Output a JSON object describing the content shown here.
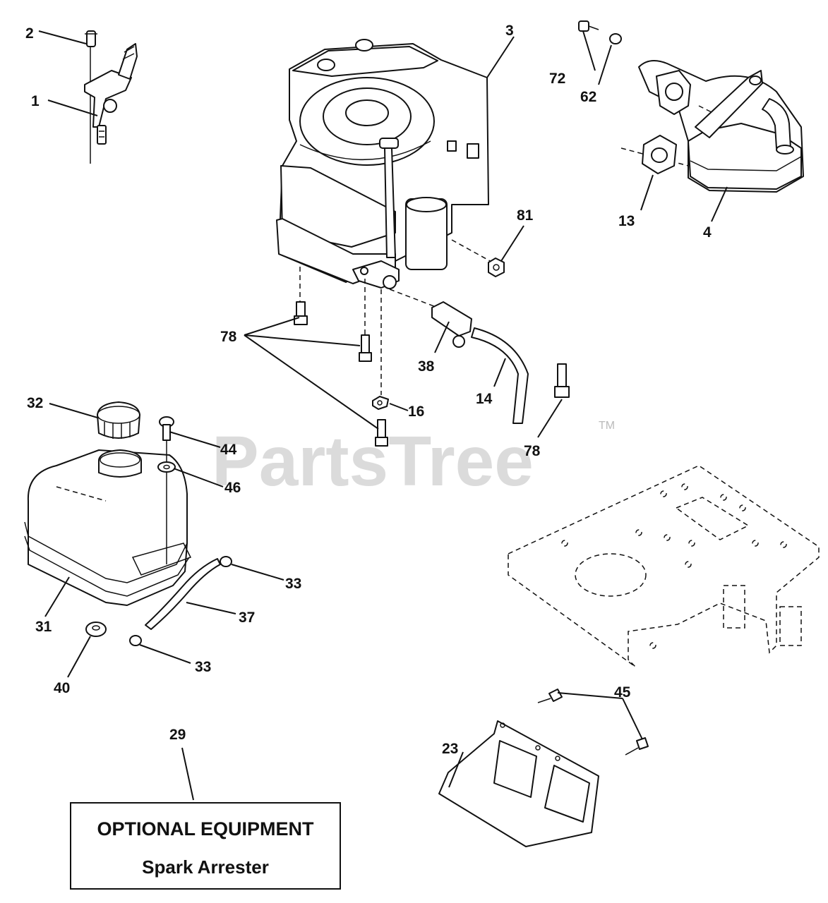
{
  "watermark": {
    "text": "PartsTree",
    "trademark": "TM"
  },
  "labels": {
    "l1": "1",
    "l2": "2",
    "l3": "3",
    "l4": "4",
    "l13": "13",
    "l14": "14",
    "l16": "16",
    "l23": "23",
    "l29": "29",
    "l31": "31",
    "l32": "32",
    "l33a": "33",
    "l33b": "33",
    "l37": "37",
    "l38": "38",
    "l40": "40",
    "l44": "44",
    "l45": "45",
    "l46": "46",
    "l62": "62",
    "l72": "72",
    "l78a": "78",
    "l78b": "78",
    "l81": "81"
  },
  "optional_box": {
    "title": "OPTIONAL EQUIPMENT",
    "subtitle": "Spark Arrester"
  }
}
